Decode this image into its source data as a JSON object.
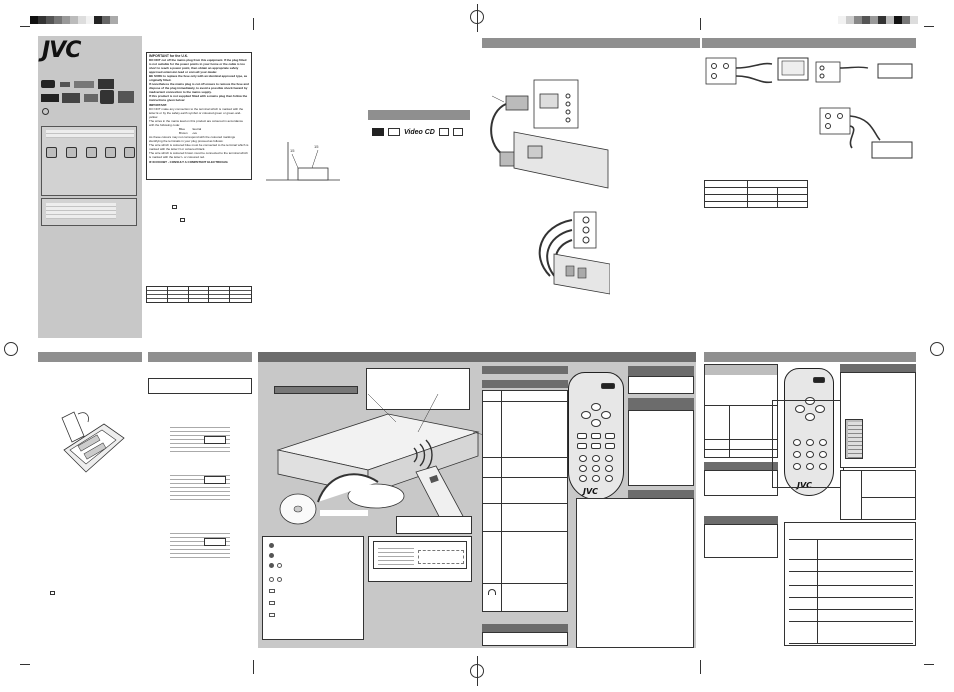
{
  "brand": {
    "logo": "JVC",
    "remote_logo_1": "JVC",
    "remote_logo_2": "JVC"
  },
  "notices": {
    "important_title": "IMPORTANT for the U.K.",
    "important_body": "DO NOT cut off the mains plug from this equipment. If the plug fitted is not suitable for the power points in your home or the cable is too short to reach a power point, then obtain an appropriate safety approved extension lead or consult your dealer.\nBE SURE to replace the fuse only with an identical approved type, as originally fitted.\nIf nonetheless the mains plug is cut off ensure to remove the fuse and dispose of the plug immediately, to avoid a possible shock hazard by inadvertent connection to the mains supply.\nIf this product is not supplied fitted with a mains plug then follow the instructions given below:",
    "important2_title": "IMPORTANT.",
    "important2_body": "DO NOT make any connection to the terminal which is marked with the letter E or by the safety earth symbol or coloured green or green-and-yellow.\nThe wires in the mains lead on this product are coloured in accordance with the following code:",
    "wire_blue": "Blue",
    "wire_neutral": "Neutral",
    "wire_brown": "Brown",
    "wire_live": "Live",
    "wire_note": "As these colours may not correspond with the coloured markings identifying the terminals in your plug proceed as follows:\nThe wire which is coloured blue must be connected to the terminal which is marked with the letter N or coloured black.\nThe wire which is coloured brown must be connected to the terminal which is marked with the letter L or coloured red.",
    "doubt": "IF IN DOUBT - CONSULT A COMPETENT ELECTRICIAN."
  },
  "formats": {
    "video_cd": "Video CD"
  }
}
